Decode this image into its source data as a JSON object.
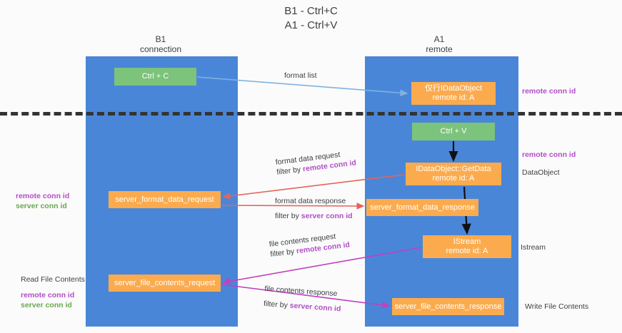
{
  "title": {
    "line1": "B1 - Ctrl+C",
    "line2": "A1 - Ctrl+V"
  },
  "lanes": [
    {
      "name": "B1",
      "role": "connection",
      "color": "#4a86d8"
    },
    {
      "name": "A1",
      "role": "remote",
      "color": "#4a86d8"
    }
  ],
  "colors": {
    "lane": "#4a86d8",
    "green_node": "#7cc37c",
    "orange_node": "#fbab4e",
    "purple_text": "#b14fc5",
    "green_text": "#6aa84f",
    "blue_arrow": "#7eb3e0",
    "red_arrow": "#e8635a",
    "magenta_arrow": "#c040c0",
    "black_arrow": "#000000",
    "divider": "#333333"
  },
  "nodes": {
    "ctrl_c": {
      "label": "Ctrl + C"
    },
    "dataobject_remote": {
      "line1": "仅行IDataObject",
      "line2": "remote id: A"
    },
    "ctrl_v": {
      "label": "Ctrl + V"
    },
    "getdata": {
      "line1": "IDataObject::GetData",
      "line2": "remote id: A"
    },
    "server_format_data_request": {
      "label": "server_format_data_request"
    },
    "server_format_data_response": {
      "label": "server_format_data_response"
    },
    "istream": {
      "line1": "IStream",
      "line2": "remote id: A"
    },
    "server_file_contents_request": {
      "label": "server_file_contents_request"
    },
    "server_file_contents_response": {
      "label": "server_file_contents_response"
    }
  },
  "edge_labels": {
    "format_list": "format list",
    "format_data_request": "format data request",
    "format_data_request_filter_prefix": "filter by ",
    "format_data_request_filter_value": "remote conn id",
    "format_data_response": "format data response",
    "format_data_response_filter_prefix": "filter by ",
    "format_data_response_filter_value": "server conn id",
    "file_contents_request": "file contents request",
    "file_contents_request_filter_prefix": "filter by ",
    "file_contents_request_filter_value": "remote conn id",
    "file_contents_response": "file contents response",
    "file_contents_response_filter_prefix": "filter by ",
    "file_contents_response_filter_value": "server conn id"
  },
  "side_labels": {
    "right_remote_conn_id_top": "remote conn id",
    "right_remote_conn_id_mid": "remote conn id",
    "right_dataobject": "DataObject",
    "right_istream": "Istream",
    "right_write_file_contents": "Write File Contents",
    "left_remote_conn_id_1": "remote conn id",
    "left_server_conn_id_1": "server conn id",
    "left_read_file_contents": "Read File Contents",
    "left_remote_conn_id_2": "remote conn id",
    "left_server_conn_id_2": "server conn id"
  }
}
